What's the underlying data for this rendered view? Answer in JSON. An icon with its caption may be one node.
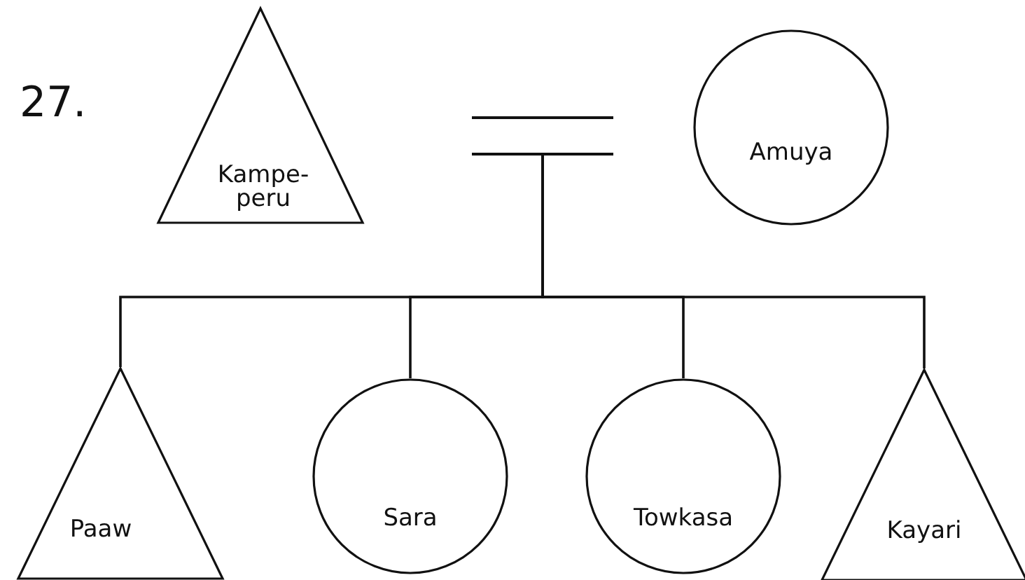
{
  "diagram": {
    "nodes": [
      {
        "text": [
          "Kampe- peru"
        ]
      },
      {
        "text": [],
        "shape": "bar"
      },
      {
        "text": [
          "Amuya"
        ]
      },
      {
        "text": [
          "Paaw"
        ]
      },
      {
        "text": [
          "Sara"
        ]
      },
      {
        "text": [
          "Towkasa"
        ]
      },
      {
        "text": [
          "Kayari"
        ]
      }
    ],
    "edges": [
      {
        "from": 1,
        "to": 3,
        "arrow": "none"
      },
      {
        "from": 1,
        "to": 4,
        "arrow": "none"
      },
      {
        "from": 1,
        "to": 5,
        "arrow": "none"
      },
      {
        "from": 1,
        "to": 6,
        "arrow": "none"
      }
    ],
    "labels": [
      "27."
    ]
  }
}
